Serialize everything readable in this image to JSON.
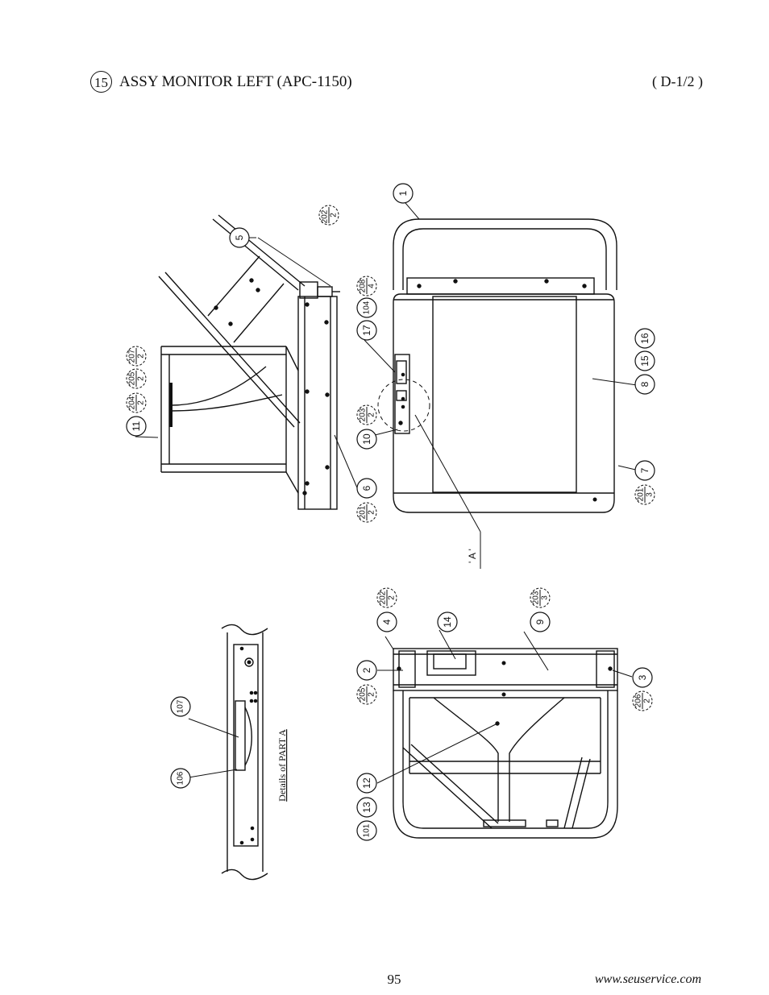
{
  "header": {
    "item_number": "15",
    "title": "ASSY MONITOR LEFT (APC-1150)",
    "sheet": "( D-1/2 )"
  },
  "footer": {
    "page_number": "95",
    "url": "www.seuservice.com"
  },
  "diagram": {
    "part_a_label": "' A '",
    "details_caption": "Details of PART A",
    "callouts": {
      "c1": "1",
      "c2": "2",
      "c3": "3",
      "c4": "4",
      "c5": "5",
      "c6": "6",
      "c7": "7",
      "c8": "8",
      "c9": "9",
      "c10": "10",
      "c11": "11",
      "c12": "12",
      "c13": "13",
      "c14": "14",
      "c15": "15",
      "c16": "16",
      "c17": "17",
      "c101": "101",
      "c104": "104",
      "c106": "106",
      "c107": "107"
    },
    "screws": {
      "s201a": {
        "part": "201",
        "qty": "2"
      },
      "s201b": {
        "part": "201",
        "qty": "3"
      },
      "s202a": {
        "part": "202",
        "qty": "2"
      },
      "s202b": {
        "part": "202",
        "qty": "2"
      },
      "s203a": {
        "part": "203",
        "qty": "2"
      },
      "s203b": {
        "part": "203",
        "qty": "3"
      },
      "s204": {
        "part": "204",
        "qty": "2"
      },
      "s205a": {
        "part": "205",
        "qty": "2"
      },
      "s205b": {
        "part": "205",
        "qty": "2"
      },
      "s206": {
        "part": "206",
        "qty": "2"
      },
      "s207": {
        "part": "207",
        "qty": "2"
      },
      "s208": {
        "part": "208",
        "qty": "4"
      }
    }
  }
}
